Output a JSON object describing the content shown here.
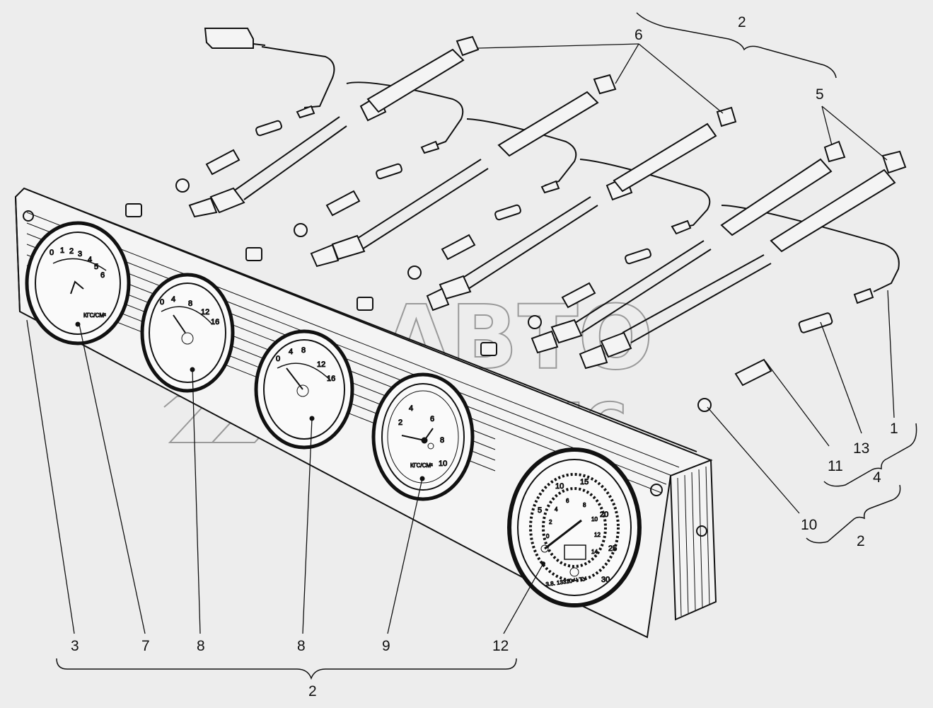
{
  "watermark": {
    "line1": "АВТО",
    "line2": "АЛЬЯНС"
  },
  "callouts": {
    "c1": "1",
    "c2_top": "2",
    "c2_right": "2",
    "c2_bottom": "2",
    "c3": "3",
    "c4": "4",
    "c5": "5",
    "c6": "6",
    "c7": "7",
    "c8a": "8",
    "c8b": "8",
    "c9": "9",
    "c10": "10",
    "c11": "11",
    "c12": "12",
    "c13": "13"
  },
  "gauges": {
    "oil_pressure": {
      "ticks": [
        "0",
        "1",
        "2",
        "3",
        "4",
        "5",
        "6"
      ],
      "unit": "КГС/СМ²"
    },
    "temp_1": {
      "ticks": [
        "0",
        "4",
        "8",
        "12",
        "16"
      ]
    },
    "temp_2": {
      "ticks": [
        "0",
        "4",
        "8",
        "12",
        "16"
      ]
    },
    "air_pressure": {
      "ticks": [
        "2",
        "4",
        "6",
        "8",
        "10"
      ],
      "unit": "КГС/СМ²"
    },
    "tachometer": {
      "outer_ticks": [
        "5",
        "10",
        "15",
        "20",
        "25",
        "30"
      ],
      "inner_ticks": [
        "0",
        "2",
        "4",
        "6",
        "8",
        "10",
        "12",
        "14"
      ],
      "serial": "3.8. 13310 Ч ТУ"
    }
  },
  "colors": {
    "line": "#111111",
    "paper": "#ededed",
    "watermark": "#9a9a9a"
  }
}
